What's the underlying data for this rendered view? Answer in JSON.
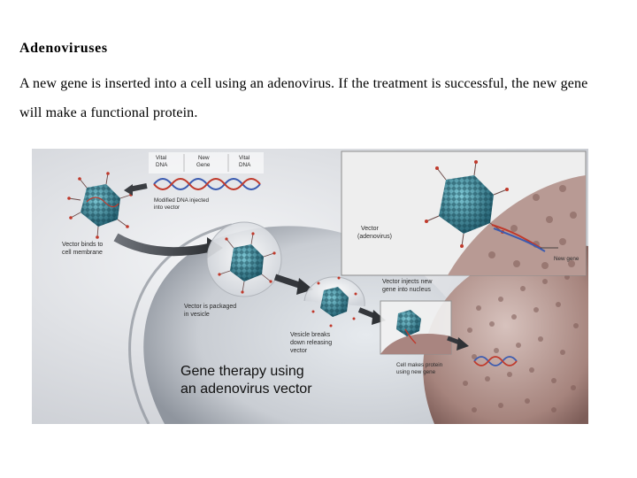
{
  "page": {
    "heading": "Adenoviruses",
    "paragraph": "A new gene is inserted into a cell using an adenovirus. If the treatment is successful, the new gene will make a functional protein."
  },
  "figure": {
    "dna_labels": {
      "vital_1": [
        "Vital",
        "DNA"
      ],
      "new": [
        "New",
        "Gene"
      ],
      "vital_2": [
        "Vital",
        "DNA"
      ]
    },
    "modified_dna": [
      "Modified DNA injected",
      "into vector"
    ],
    "vector_binds": [
      "Vector binds to",
      "cell membrane"
    ],
    "vector_packaged": [
      "Vector is packaged",
      "in vesicle"
    ],
    "vesicle_breaks": [
      "Vesicle breaks",
      "down releasing",
      "vector"
    ],
    "vector_injects": [
      "Vector injects new",
      "gene into nucleus"
    ],
    "cell_makes_protein": [
      "Cell makes protein",
      "using new gene"
    ],
    "vector_adenovirus": [
      "Vector",
      "(adenovirus)"
    ],
    "new_gene": "New gene",
    "title": [
      "Gene therapy using",
      "an adenovirus vector"
    ]
  }
}
